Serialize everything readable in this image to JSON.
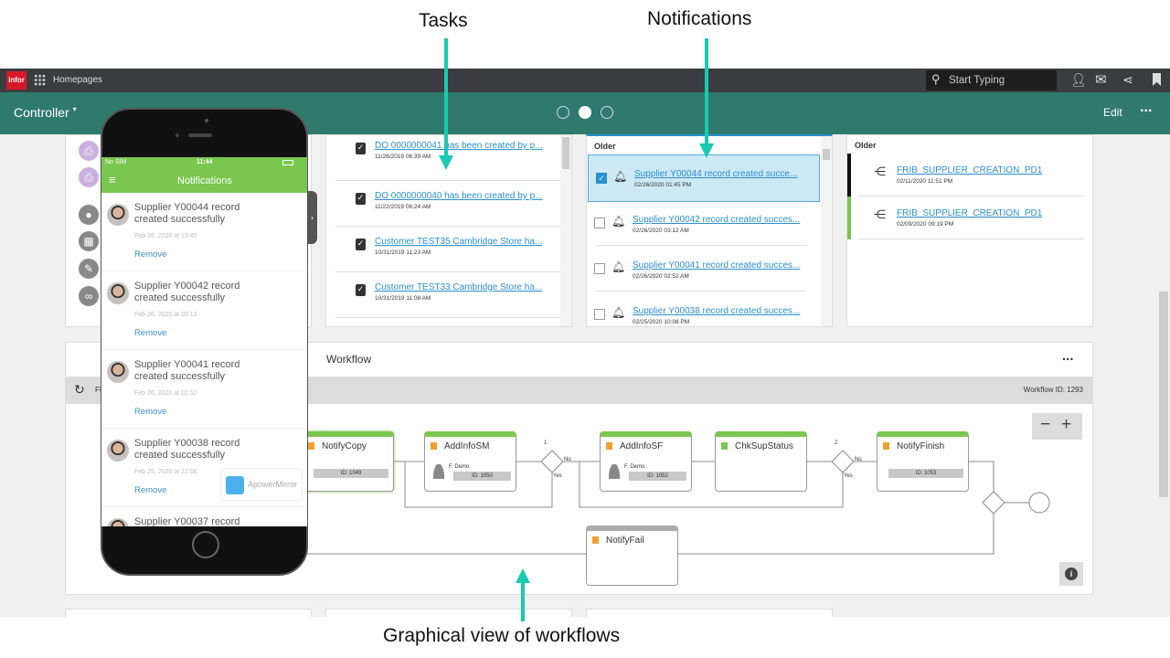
{
  "annotations": {
    "tasks": "Tasks",
    "notifications": "Notifications",
    "workflows": "Graphical view of workflows"
  },
  "topbar": {
    "logo": "infor",
    "homepages": "Homepages",
    "search_placeholder": "Start Typing"
  },
  "header": {
    "title": "Controller",
    "edit": "Edit",
    "more": "..."
  },
  "tasks": [
    {
      "title": "DO 0000000041 has been created by p...",
      "date": "11/26/2019 06:39 AM"
    },
    {
      "title": "DO 0000000040 has been created by p...",
      "date": "11/22/2019 06:24 AM"
    },
    {
      "title": "Customer TEST35 Cambridge Store ha...",
      "date": "10/31/2019 11:23 AM"
    },
    {
      "title": "Customer TEST33 Cambridge Store ha...",
      "date": "10/31/2019 11:08 AM"
    }
  ],
  "notifications": {
    "section": "Older",
    "items": [
      {
        "title": "Supplier Y00044 record created succe...",
        "date": "02/26/2020 01:45 PM",
        "checked": true
      },
      {
        "title": "Supplier Y00042 record created succes...",
        "date": "02/26/2020 03:12 AM",
        "checked": false
      },
      {
        "title": "Supplier Y00041 record created succes...",
        "date": "02/26/2020 02:52 AM",
        "checked": false
      },
      {
        "title": "Supplier Y00038 record created succes...",
        "date": "02/25/2020 10:08 PM",
        "checked": false
      }
    ]
  },
  "workflows_card": {
    "section": "Older",
    "items": [
      {
        "title": "FRIB_SUPPLIER_CREATION_PD1",
        "date": "02/11/2020 11:51 PM"
      },
      {
        "title": "FRIB_SUPPLIER_CREATION_PD1",
        "date": "02/09/2020 09:19 PM"
      }
    ]
  },
  "workflow": {
    "title": "Workflow",
    "toolbar_text": "FI",
    "workflow_id": "Workflow ID: 1293",
    "more": "...",
    "nodes": {
      "notifycopy": {
        "name": "NotifyCopy",
        "id": "ID: 1049"
      },
      "addinfosm": {
        "name": "AddInfoSM",
        "user": "F. Demo",
        "id": "ID: 1050"
      },
      "addinfosf": {
        "name": "AddInfoSF",
        "user": "F. Demo",
        "id": "ID: 1052"
      },
      "chksupstatus": {
        "name": "ChkSupStatus"
      },
      "notifyfinish": {
        "name": "NotifyFinish",
        "id": "ID: 1053"
      },
      "notifyfail": {
        "name": "NotifyFail"
      }
    },
    "loop1": "1",
    "loop2": "2",
    "no": "No",
    "yes": "Yes",
    "zoom_out": "−",
    "zoom_in": "+"
  },
  "phone": {
    "carrier": "No SIM",
    "time": "11:44",
    "title": "Notifications",
    "remove": "Remove",
    "watermark": "ApowerMirror",
    "items": [
      {
        "text": "Supplier Y00044      record created successfully",
        "date": "Feb 26, 2020 at 13:45"
      },
      {
        "text": "Supplier Y00042      record created successfully",
        "date": "Feb 26, 2020 at 03:12"
      },
      {
        "text": "Supplier Y00041      record created successfully",
        "date": "Feb 26, 2020 at 02:52"
      },
      {
        "text": "Supplier Y00038      record created successfully",
        "date": "Feb 25, 2020 at 22:06"
      },
      {
        "text": "Supplier Y00037      record",
        "date": ""
      }
    ]
  },
  "colors": {
    "teal": "#2f7a6d",
    "arrow": "#19c9b0",
    "green": "#7ac74f",
    "link": "#2b8fd0"
  }
}
